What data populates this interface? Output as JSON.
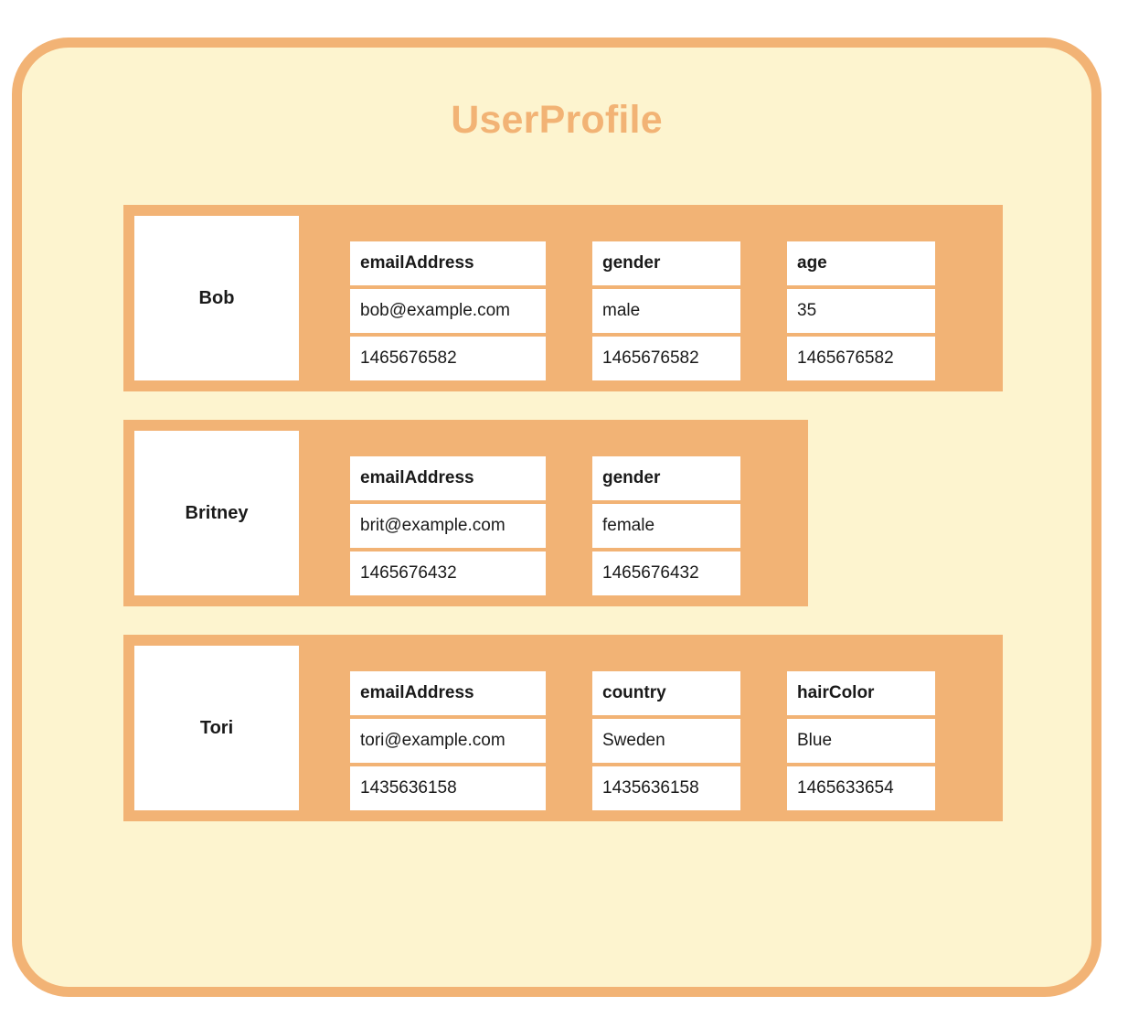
{
  "card": {
    "title": "UserProfile",
    "background_color": "#fdf4cf",
    "border_color": "#f2b375",
    "title_color": "#f2b375"
  },
  "users": [
    {
      "name": "Bob",
      "attributes": [
        {
          "key": "emailAddress",
          "value": "bob@example.com",
          "timestamp": "1465676582",
          "width": "wide"
        },
        {
          "key": "gender",
          "value": "male",
          "timestamp": "1465676582",
          "width": "narrow"
        },
        {
          "key": "age",
          "value": "35",
          "timestamp": "1465676582",
          "width": "narrow"
        }
      ]
    },
    {
      "name": "Britney",
      "attributes": [
        {
          "key": "emailAddress",
          "value": "brit@example.com",
          "timestamp": "1465676432",
          "width": "wide"
        },
        {
          "key": "gender",
          "value": "female",
          "timestamp": "1465676432",
          "width": "narrow"
        }
      ]
    },
    {
      "name": "Tori",
      "attributes": [
        {
          "key": "emailAddress",
          "value": "tori@example.com",
          "timestamp": "1435636158",
          "width": "wide"
        },
        {
          "key": "country",
          "value": "Sweden",
          "timestamp": "1435636158",
          "width": "narrow"
        },
        {
          "key": "hairColor",
          "value": "Blue",
          "timestamp": "1465633654",
          "width": "narrow"
        }
      ]
    }
  ]
}
